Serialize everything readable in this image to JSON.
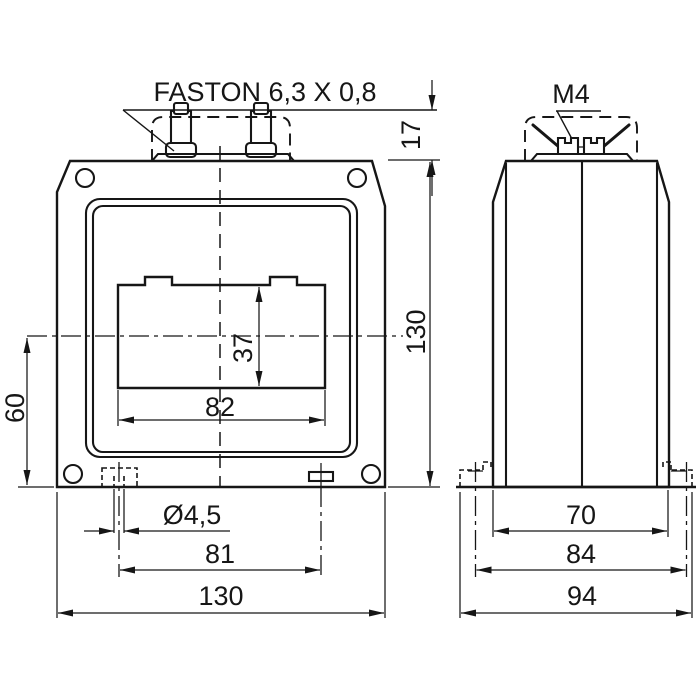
{
  "front_view": {
    "faston_label": "FASTON 6,3 X 0,8",
    "dims": {
      "terminal_height": "17",
      "body_height": "130",
      "window_height": "37",
      "window_width": "82",
      "base_to_centerline": "60",
      "slot_diameter": "Ø4,5",
      "slot_spacing": "81",
      "body_width": "130"
    }
  },
  "side_view": {
    "screw_label": "M4",
    "dims": {
      "body_depth": "70",
      "slot_spacing": "84",
      "flange_depth": "94"
    }
  },
  "colors": {
    "line": "#161616",
    "background": "#ffffff"
  }
}
